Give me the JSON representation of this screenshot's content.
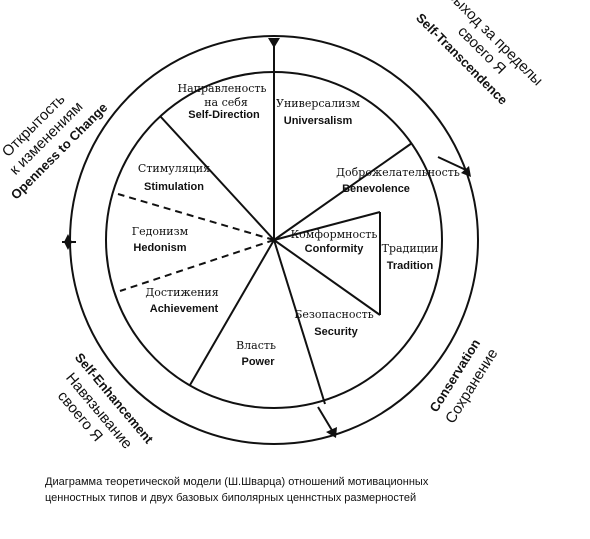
{
  "segments": [
    {
      "id": "self-direction",
      "ru": "Направленость",
      "ru2": "на себя",
      "en": "Self-Direction"
    },
    {
      "id": "universalism",
      "ru": "Универсализм",
      "en": "Universalism"
    },
    {
      "id": "benevolence",
      "ru": "Доброжелательность",
      "en": "Benevolence"
    },
    {
      "id": "conformity",
      "ru": "Комформность",
      "en": "Conformity"
    },
    {
      "id": "tradition",
      "ru": "Традиции",
      "en": "Tradition"
    },
    {
      "id": "security",
      "ru": "Безопасность",
      "en": "Security"
    },
    {
      "id": "power",
      "ru": "Власть",
      "en": "Power"
    },
    {
      "id": "achievement",
      "ru": "Достижения",
      "en": "Achievement"
    },
    {
      "id": "hedonism",
      "ru": "Гедонизм",
      "en": "Hedonism"
    },
    {
      "id": "stimulation",
      "ru": "Стимуляция",
      "en": "Stimulation"
    }
  ],
  "dimensions": {
    "openness": {
      "ru1": "Открытость",
      "ru2": "к изменениям",
      "en": "Openness to Change"
    },
    "self_transcendence": {
      "ru1": "Выход за пределы",
      "ru2": "своего Я",
      "en": "Self-Transcendence"
    },
    "conservation": {
      "en": "Conservation",
      "ru": "Сохранение"
    },
    "self_enhancement": {
      "en": "Self-Enhancement",
      "ru1": "Навязывание",
      "ru2": "своего Я"
    }
  },
  "caption": {
    "line1": "Диаграмма теоретической модели (Ш.Шварца) отношений  мотивационных",
    "line2": "ценностных типов и двух базовых биполярных ценнстных размерностей"
  }
}
